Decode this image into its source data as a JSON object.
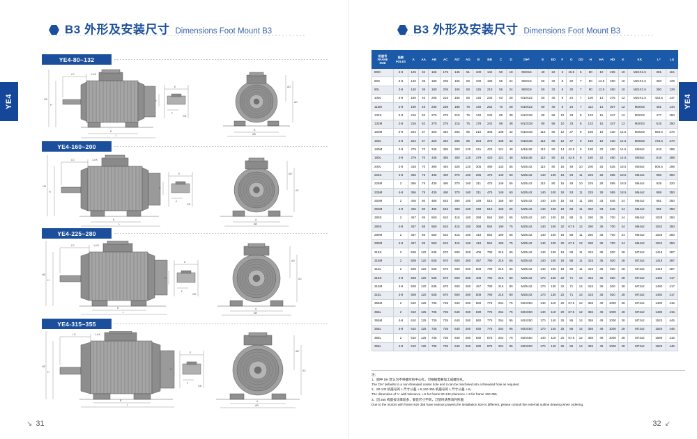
{
  "left_page": {
    "heading": {
      "cn": "B3 外形及安装尺寸",
      "en": "Dimensions Foot Mount B3"
    },
    "side_tab": "YE4",
    "folio": {
      "number": "31",
      "mark": "↘"
    },
    "blocks": [
      {
        "label": "YE4-80~132",
        "dims": [
          "LG",
          "1-KK",
          "AD'",
          "AC",
          "AB",
          "A",
          "AA",
          "C",
          "B",
          "BB",
          "L",
          "H",
          "HD",
          "HA",
          "K",
          "AG",
          "E",
          "ED",
          "F",
          "GD",
          "D",
          "G"
        ]
      },
      {
        "label": "YE4-160~200",
        "dims": [
          "LG",
          "1-KK",
          "AD'",
          "AC",
          "AB",
          "A",
          "AA",
          "C",
          "B",
          "BB",
          "L",
          "H",
          "HD",
          "HA",
          "K",
          "AG",
          "E",
          "ED",
          "F",
          "GD",
          "D",
          "G"
        ]
      },
      {
        "label": "YE4-225~280",
        "dims": [
          "LG",
          "1-KK",
          "AD'",
          "AC",
          "AB",
          "A",
          "AA",
          "C",
          "B",
          "BB",
          "L",
          "H",
          "HD",
          "HA",
          "K",
          "AG",
          "E",
          "ED",
          "F",
          "GD",
          "D",
          "G"
        ]
      },
      {
        "label": "YE4-315~355",
        "dims": [
          "LG",
          "1-KK",
          "AD'",
          "AC",
          "AB",
          "A",
          "AA",
          "C",
          "B",
          "BB",
          "L",
          "H",
          "HD",
          "HA",
          "K",
          "AG",
          "E",
          "ED",
          "F",
          "GD",
          "D",
          "G"
        ]
      }
    ]
  },
  "right_page": {
    "heading": {
      "cn": "B3 外形及安装尺寸",
      "en": "Dimensions Foot Mount B3"
    },
    "side_tab": "YE4",
    "folio": {
      "number": "32",
      "mark": "↙"
    },
    "table": {
      "headers": [
        "机座号\nFRAME\nSIZE",
        "极数\nPOLES",
        "A",
        "AA",
        "AB",
        "AC",
        "AD'",
        "AG",
        "B",
        "BB",
        "C",
        "D",
        "DH*",
        "E",
        "ED",
        "F",
        "G",
        "GD",
        "H",
        "HA",
        "HD",
        "K",
        "KK",
        "L*",
        "LG"
      ],
      "headers_cn": [
        "机座号",
        "极数"
      ],
      "headers_en": [
        "FRAME SIZE",
        "POLES"
      ],
      "rows": [
        [
          "80M",
          "2-8",
          "125",
          "34",
          "165",
          "175",
          "145",
          "51",
          "100",
          "142",
          "50",
          "19",
          "M6X16",
          "40",
          "22",
          "6",
          "15.5",
          "6",
          "80",
          "10",
          "235",
          "10",
          "M24X1.5",
          "301",
          "115"
        ],
        [
          "90S",
          "2-8",
          "140",
          "36",
          "180",
          "205",
          "155",
          "60",
          "100",
          "180",
          "56",
          "24",
          "M8X19",
          "50",
          "32",
          "8",
          "20",
          "7",
          "90",
          "12.5",
          "260",
          "10",
          "M24X1.5",
          "360",
          "129"
        ],
        [
          "90L",
          "2-8",
          "140",
          "36",
          "180",
          "205",
          "155",
          "60",
          "125",
          "210",
          "56",
          "24",
          "M8X19",
          "50",
          "32",
          "8",
          "20",
          "7",
          "90",
          "12.5",
          "260",
          "10",
          "M24X1.5",
          "390",
          "129"
        ],
        [
          "100L",
          "2-8",
          "160",
          "40",
          "205",
          "215",
          "165",
          "60",
          "140",
          "233",
          "63",
          "28",
          "M10X22",
          "60",
          "40",
          "8",
          "24",
          "7",
          "100",
          "14",
          "275",
          "12",
          "M24X1.5",
          "433.5",
          "147"
        ],
        [
          "112M",
          "2-8",
          "190",
          "45",
          "230",
          "236",
          "185",
          "75",
          "140",
          "252",
          "70",
          "28",
          "M10X22",
          "60",
          "40",
          "8",
          "24",
          "7",
          "112",
          "14",
          "307",
          "12",
          "M30X2",
          "461",
          "144"
        ],
        [
          "132S",
          "2-8",
          "216",
          "52",
          "270",
          "275",
          "215",
          "75",
          "140",
          "242",
          "89",
          "38",
          "M12X28",
          "80",
          "56",
          "10",
          "33",
          "8",
          "132",
          "16",
          "347",
          "12",
          "M30X2",
          "477",
          "250"
        ],
        [
          "132M",
          "2-8",
          "216",
          "52",
          "270",
          "275",
          "215",
          "75",
          "178",
          "242",
          "89",
          "38",
          "M12X28",
          "80",
          "56",
          "10",
          "33",
          "8",
          "132",
          "16",
          "347",
          "12",
          "M30X2",
          "515",
          "250"
        ],
        [
          "160M",
          "2-8",
          "254",
          "67",
          "320",
          "340",
          "255",
          "95",
          "210",
          "305",
          "108",
          "42",
          "M16X36",
          "110",
          "80",
          "12",
          "37",
          "8",
          "160",
          "19",
          "430",
          "14.5",
          "M36X2",
          "656.5",
          "270"
        ],
        [
          "160L",
          "2-8",
          "254",
          "67",
          "320",
          "340",
          "255",
          "95",
          "254",
          "375",
          "108",
          "42",
          "M16X36",
          "110",
          "80",
          "12",
          "37",
          "8",
          "160",
          "19",
          "430",
          "14.5",
          "M36X2",
          "728.5",
          "270"
        ],
        [
          "180M",
          "2-8",
          "279",
          "70",
          "345",
          "385",
          "300",
          "120",
          "241",
          "420",
          "121",
          "48",
          "M16x36",
          "110",
          "80",
          "14",
          "42.5",
          "9",
          "180",
          "22",
          "480",
          "14.5",
          "M48x2",
          "818",
          "288"
        ],
        [
          "180L",
          "2-8",
          "279",
          "70",
          "345",
          "385",
          "300",
          "120",
          "279",
          "420",
          "121",
          "48",
          "M16x36",
          "110",
          "80",
          "14",
          "42.5",
          "9",
          "180",
          "22",
          "480",
          "14.5",
          "M48x2",
          "818",
          "288"
        ],
        [
          "200L",
          "2-8",
          "318",
          "70",
          "390",
          "440",
          "325",
          "120",
          "305",
          "490",
          "133",
          "55",
          "M20x42",
          "110",
          "80",
          "16",
          "49",
          "10",
          "200",
          "25",
          "525",
          "18.5",
          "M48x2",
          "908.5",
          "298"
        ],
        [
          "225S",
          "4-8",
          "356",
          "75",
          "435",
          "490",
          "370",
          "160",
          "286",
          "475",
          "149",
          "60",
          "M20x42",
          "140",
          "100",
          "18",
          "53",
          "11",
          "225",
          "28",
          "595",
          "18.5",
          "M64x2",
          "958",
          "350"
        ],
        [
          "225M",
          "2",
          "356",
          "75",
          "435",
          "490",
          "370",
          "160",
          "311",
          "475",
          "149",
          "55",
          "M20x42",
          "110",
          "80",
          "16",
          "49",
          "10",
          "225",
          "28",
          "595",
          "18.5",
          "M64x2",
          "928",
          "320"
        ],
        [
          "225M",
          "4-8",
          "356",
          "75",
          "435",
          "490",
          "370",
          "160",
          "311",
          "475",
          "149",
          "60",
          "M20x42",
          "140",
          "100",
          "18",
          "53",
          "11",
          "225",
          "28",
          "595",
          "18.5",
          "M64x2",
          "958",
          "350"
        ],
        [
          "250M",
          "2",
          "406",
          "80",
          "485",
          "545",
          "390",
          "160",
          "349",
          "515",
          "168",
          "60",
          "M20x42",
          "140",
          "100",
          "18",
          "53",
          "11",
          "250",
          "33",
          "645",
          "24",
          "M64x2",
          "981",
          "350"
        ],
        [
          "250M",
          "4-8",
          "406",
          "80",
          "485",
          "545",
          "390",
          "160",
          "349",
          "515",
          "168",
          "65",
          "M20x42",
          "140",
          "100",
          "18",
          "58",
          "11",
          "250",
          "33",
          "645",
          "24",
          "M64x2",
          "981",
          "350"
        ],
        [
          "280S",
          "2",
          "457",
          "85",
          "550",
          "610",
          "415",
          "160",
          "368",
          "554",
          "190",
          "65",
          "M20x42",
          "140",
          "100",
          "18",
          "58",
          "11",
          "280",
          "35",
          "700",
          "24",
          "M64x2",
          "1028",
          "350"
        ],
        [
          "280S",
          "4-8",
          "457",
          "85",
          "550",
          "610",
          "415",
          "160",
          "368",
          "554",
          "190",
          "75",
          "M20x42",
          "140",
          "100",
          "20",
          "67.5",
          "12",
          "280",
          "35",
          "700",
          "24",
          "M64x2",
          "1042",
          "350"
        ],
        [
          "280M",
          "2",
          "457",
          "85",
          "550",
          "610",
          "415",
          "160",
          "419",
          "554",
          "190",
          "65",
          "M20x42",
          "140",
          "100",
          "18",
          "58",
          "11",
          "280",
          "35",
          "700",
          "24",
          "M64x2",
          "1028",
          "350"
        ],
        [
          "280M",
          "4-8",
          "457",
          "85",
          "550",
          "610",
          "415",
          "160",
          "419",
          "554",
          "190",
          "75",
          "M20x42",
          "140",
          "100",
          "20",
          "67.5",
          "12",
          "280",
          "35",
          "700",
          "24",
          "M64x2",
          "1042",
          "350"
        ],
        [
          "315S",
          "2",
          "508",
          "120",
          "635",
          "670",
          "600",
          "260",
          "406",
          "790",
          "216",
          "65",
          "M20x42",
          "140",
          "100",
          "18",
          "58",
          "11",
          "315",
          "35",
          "920",
          "28",
          "M72x2",
          "1419",
          "387"
        ],
        [
          "315M",
          "2",
          "508",
          "120",
          "635",
          "670",
          "600",
          "260",
          "457",
          "790",
          "216",
          "65",
          "M20x42",
          "140",
          "100",
          "18",
          "58",
          "11",
          "315",
          "35",
          "920",
          "28",
          "M72x2",
          "1419",
          "387"
        ],
        [
          "315L",
          "2",
          "508",
          "120",
          "635",
          "670",
          "600",
          "260",
          "508",
          "790",
          "216",
          "65",
          "M20x42",
          "140",
          "100",
          "18",
          "58",
          "11",
          "315",
          "35",
          "920",
          "28",
          "M72x2",
          "1419",
          "387"
        ],
        [
          "315S",
          "4-8",
          "508",
          "120",
          "635",
          "670",
          "600",
          "260",
          "406",
          "790",
          "216",
          "80",
          "M20x42",
          "170",
          "130",
          "22",
          "71",
          "14",
          "315",
          "35",
          "920",
          "28",
          "M72x2",
          "1492",
          "417"
        ],
        [
          "315M",
          "4-8",
          "508",
          "120",
          "635",
          "670",
          "600",
          "260",
          "457",
          "790",
          "216",
          "80",
          "M20x42",
          "170",
          "130",
          "22",
          "71",
          "14",
          "315",
          "35",
          "920",
          "28",
          "M72x2",
          "1492",
          "417"
        ],
        [
          "315L",
          "4-8",
          "508",
          "120",
          "635",
          "670",
          "600",
          "260",
          "508",
          "790",
          "216",
          "80",
          "M20x42",
          "170",
          "130",
          "22",
          "71",
          "14",
          "315",
          "35",
          "920",
          "28",
          "M72x2",
          "1492",
          "417"
        ],
        [
          "355M",
          "2",
          "610",
          "125",
          "735",
          "735",
          "640",
          "260",
          "560",
          "775",
          "254",
          "75",
          "M24X50",
          "140",
          "110",
          "20",
          "67.5",
          "12",
          "355",
          "49",
          "1000",
          "28",
          "M72x2",
          "1490",
          "415"
        ],
        [
          "355L",
          "2",
          "610",
          "125",
          "735",
          "735",
          "640",
          "260",
          "630",
          "775",
          "254",
          "75",
          "M24X50",
          "140",
          "110",
          "20",
          "67.5",
          "12",
          "355",
          "49",
          "1000",
          "28",
          "M72x2",
          "1490",
          "415"
        ],
        [
          "355M",
          "4-8",
          "610",
          "125",
          "735",
          "735",
          "640",
          "260",
          "560",
          "775",
          "254",
          "95",
          "M24X50",
          "170",
          "140",
          "25",
          "86",
          "14",
          "355",
          "49",
          "1000",
          "28",
          "M72x2",
          "1520",
          "445"
        ],
        [
          "355L",
          "4-8",
          "610",
          "125",
          "735",
          "735",
          "640",
          "260",
          "630",
          "775",
          "254",
          "95",
          "M24X50",
          "170",
          "140",
          "25",
          "86",
          "14",
          "355",
          "49",
          "1000",
          "28",
          "M72x2",
          "1520",
          "445"
        ],
        [
          "355L",
          "2",
          "610",
          "125",
          "735",
          "735",
          "640",
          "260",
          "630",
          "875",
          "254",
          "75",
          "M24X50",
          "140",
          "110",
          "20",
          "67.5",
          "12",
          "355",
          "49",
          "1000",
          "28",
          "M72x2",
          "1590",
          "415"
        ],
        [
          "355L",
          "4-8",
          "610",
          "125",
          "735",
          "735",
          "640",
          "260",
          "630",
          "875",
          "254",
          "95",
          "M24X50",
          "170",
          "140",
          "25",
          "86",
          "14",
          "355",
          "49",
          "1000",
          "28",
          "M72x2",
          "1620",
          "445"
        ]
      ]
    },
    "notes": {
      "title": "注：",
      "lines": [
        "1、图中 DH 默认为不带螺纹的中心孔，可根据需要加工成螺纹孔。",
        "The 'DH' defaults to a non-threaded center hole and it can be machined into a threaded hole as required",
        "2、80-132 机座号的 L 尺寸公差 +-5,160-355 机座号的 L 尺寸公差 +-8。",
        "The dimension of 'L' with tolerance +-5 for frame 80-132,tolerance +-8 for frame 160-355.",
        "3、因 355 机座号功率较多，安装尺寸不同，订货时请另询外形图",
        "Due to the motors with frame size 355 have various powers,the installation size is different, please consult the external outline drawing when ordering."
      ]
    }
  },
  "colors": {
    "brand_blue": "#1b4f9c",
    "header_blue": "#1b5aa8",
    "alt_row": "#e9edf2"
  }
}
